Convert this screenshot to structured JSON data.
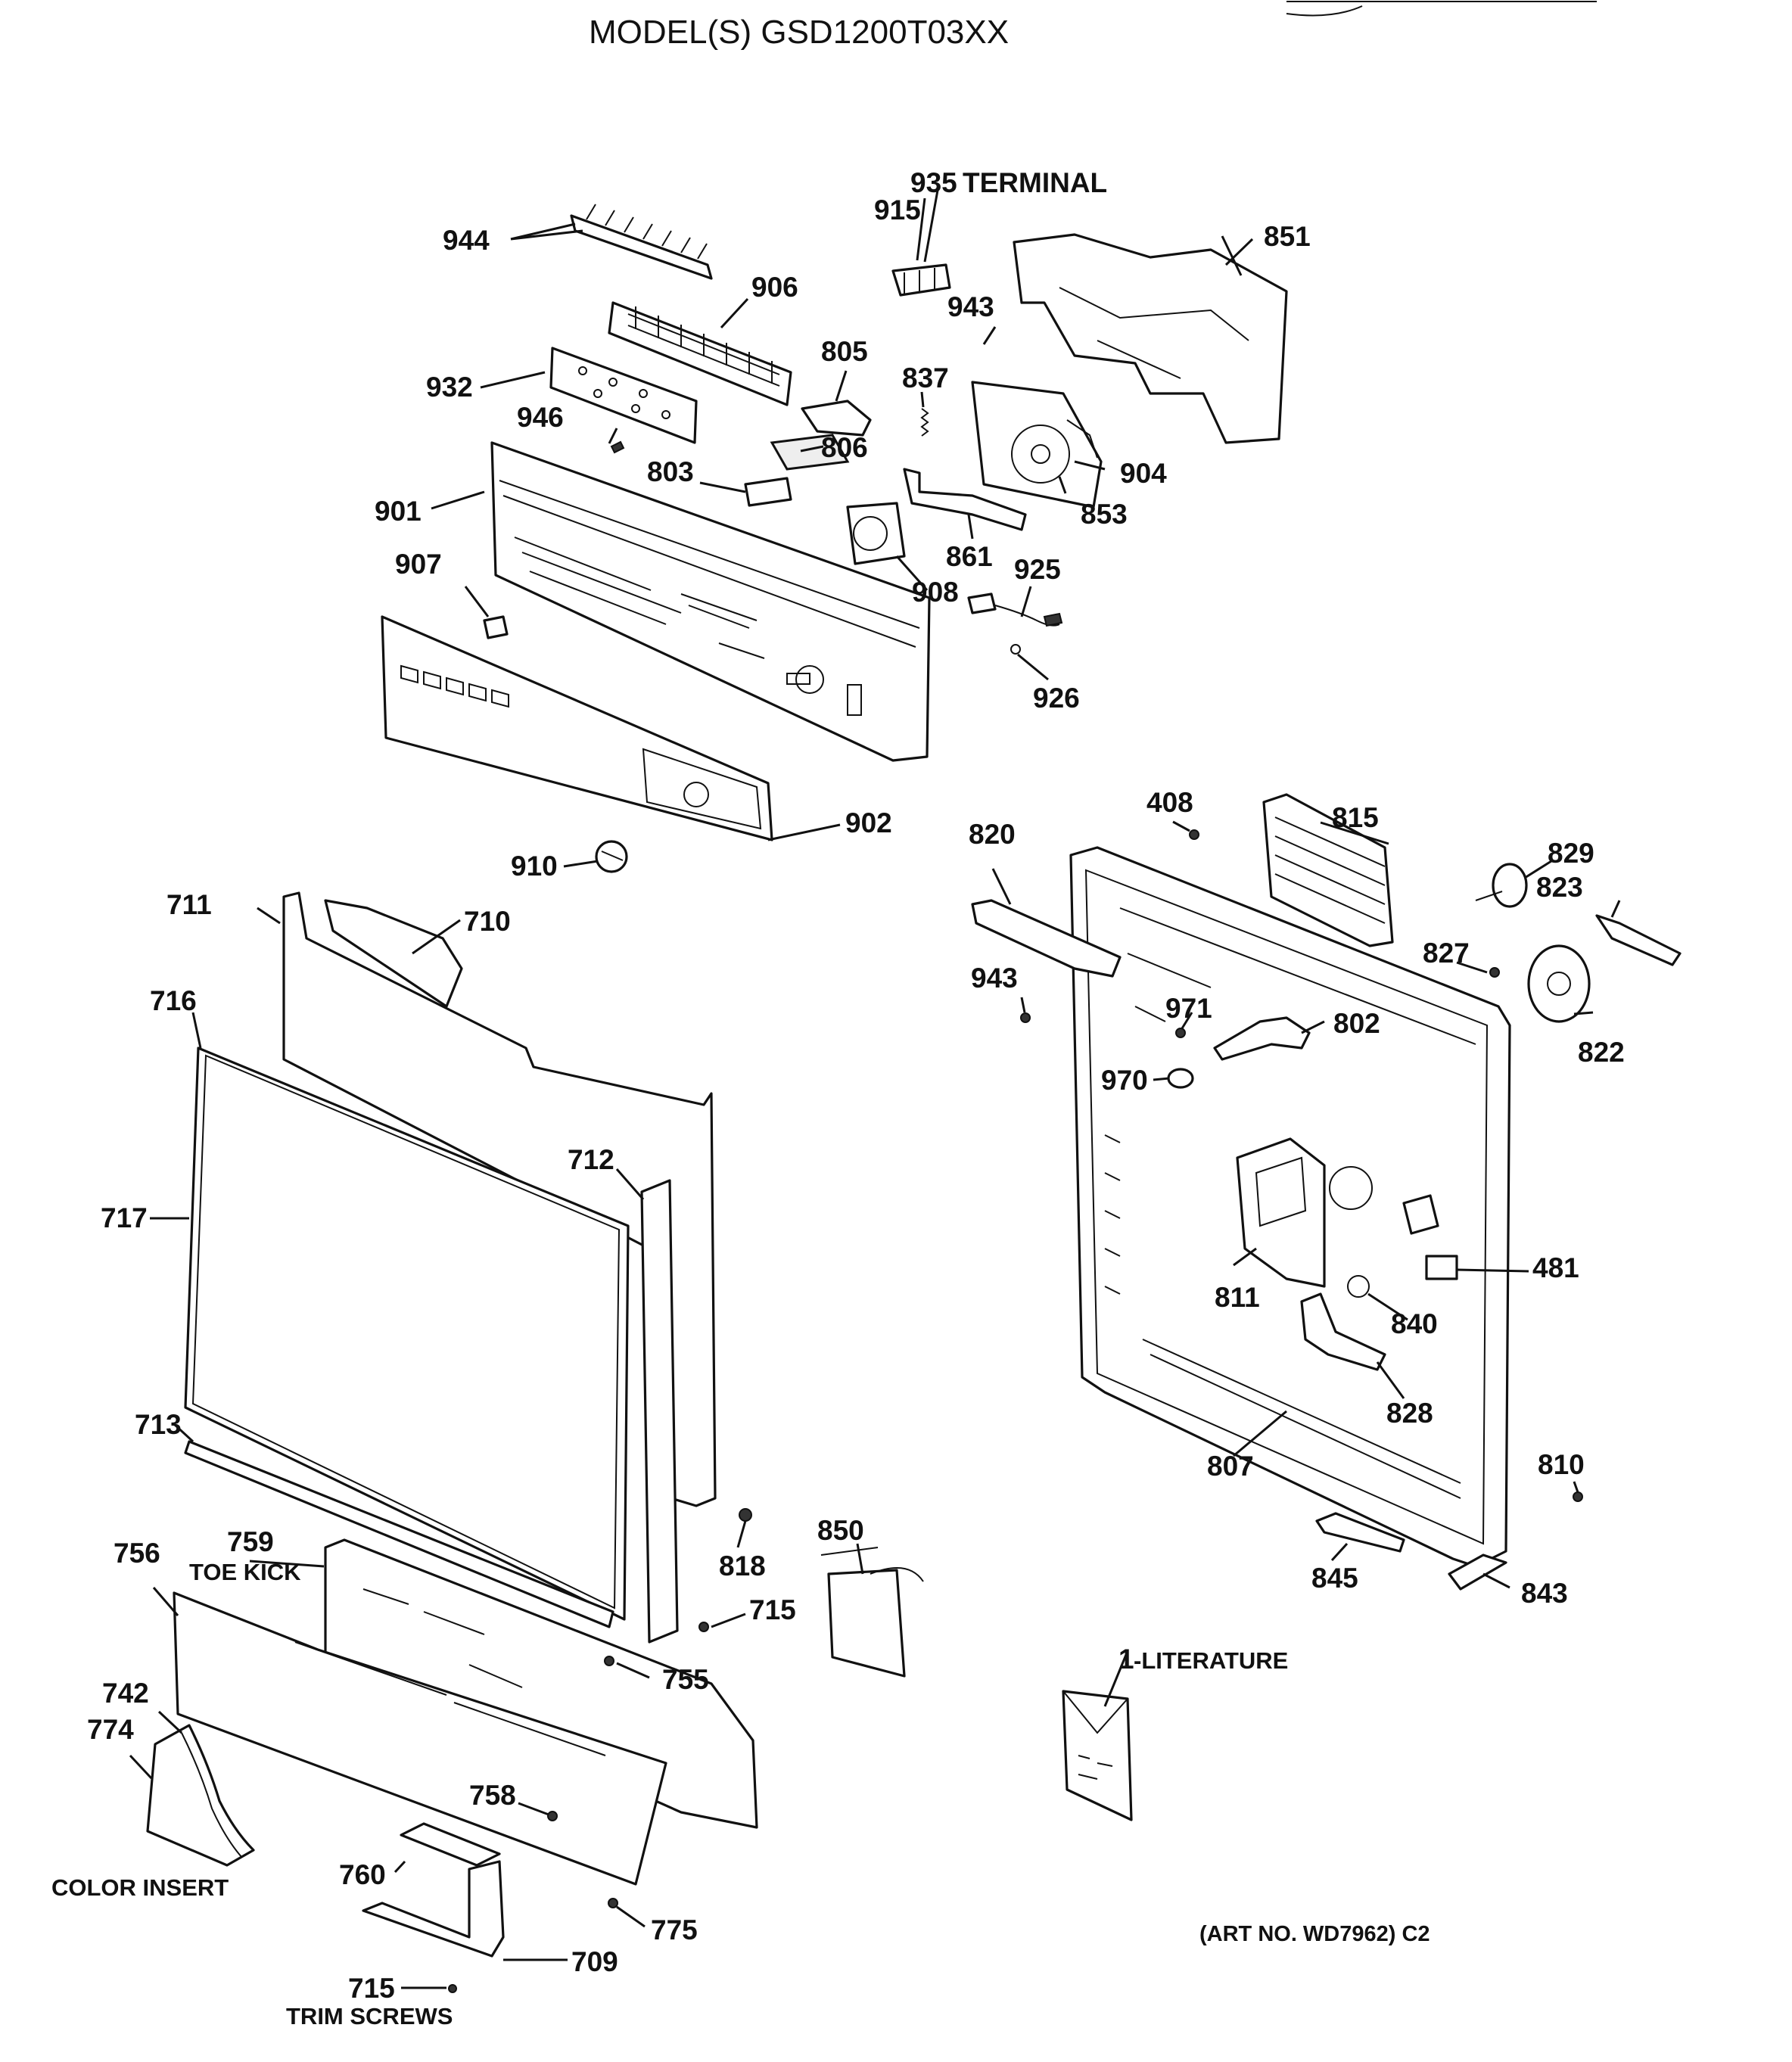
{
  "header": {
    "title": "MODEL(S) GSD1200T03XX"
  },
  "footer": {
    "art_number": "(ART NO. WD7962) C2"
  },
  "captions": {
    "terminal": "TERMINAL",
    "toe_kick": "TOE KICK",
    "color_insert": "COLOR INSERT",
    "trim_screws": "TRIM SCREWS",
    "literature": "-LITERATURE"
  },
  "labels": {
    "p935": "935",
    "p915": "915",
    "p944": "944",
    "p906": "906",
    "p851": "851",
    "p943a": "943",
    "p805": "805",
    "p837": "837",
    "p932": "932",
    "p946": "946",
    "p806": "806",
    "p803": "803",
    "p904": "904",
    "p901": "901",
    "p853": "853",
    "p861": "861",
    "p925": "925",
    "p907": "907",
    "p908": "908",
    "p926": "926",
    "p408": "408",
    "p815": "815",
    "p902": "902",
    "p820": "820",
    "p829": "829",
    "p910": "910",
    "p823": "823",
    "p711": "711",
    "p710": "710",
    "p827": "827",
    "p943b": "943",
    "p716": "716",
    "p971": "971",
    "p802": "802",
    "p822": "822",
    "p970": "970",
    "p712": "712",
    "p717": "717",
    "p481": "481",
    "p811": "811",
    "p840": "840",
    "p828": "828",
    "p713": "713",
    "p807": "807",
    "p810": "810",
    "p850": "850",
    "p818": "818",
    "p756": "756",
    "p759": "759",
    "p845": "845",
    "p843": "843",
    "p715a": "715",
    "p755": "755",
    "p1": "1",
    "p742": "742",
    "p774": "774",
    "p758": "758",
    "p760": "760",
    "p775": "775",
    "p709": "709",
    "p715b": "715"
  }
}
